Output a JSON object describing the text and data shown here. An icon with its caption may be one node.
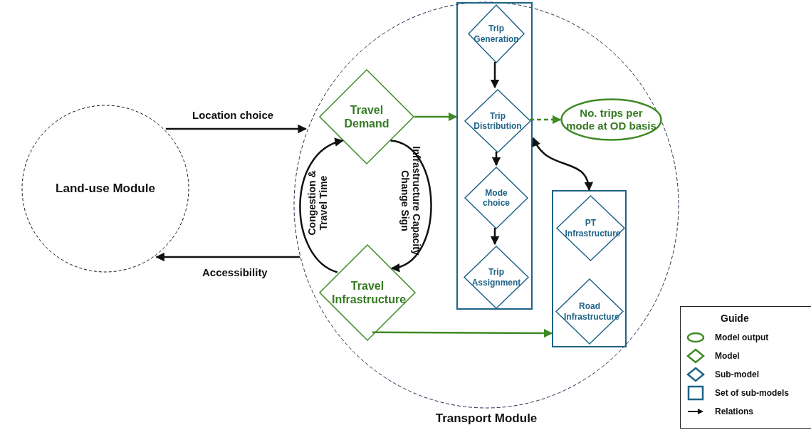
{
  "diagram": {
    "nodes": [
      {
        "text": [
          "Land-use Module"
        ]
      },
      {
        "text": [
          "Transport Module"
        ]
      },
      {
        "text": [
          "Travel Demand"
        ],
        "in": 1
      },
      {
        "text": [
          "Travel Infrastructure"
        ],
        "in": 1
      },
      {
        "text": [],
        "shape": "box",
        "in": 1
      },
      {
        "text": [
          "Trip Generation"
        ],
        "in": 4
      },
      {
        "text": [
          "Trip Distribution"
        ],
        "in": 4
      },
      {
        "text": [
          "Mode choice"
        ],
        "in": 4
      },
      {
        "text": [
          "Trip Assignment"
        ],
        "in": 4
      },
      {
        "text": [
          "No. trips per mode at OD basis"
        ],
        "in": 1
      },
      {
        "text": [],
        "shape": "box",
        "in": 1
      },
      {
        "text": [
          "PT Infrastructure"
        ],
        "in": 10
      },
      {
        "text": [
          "Road Infrastructure"
        ],
        "in": 10
      }
    ],
    "edges": [
      {
        "from": 0,
        "to": 1,
        "arrow": "to",
        "label": "Location choice"
      },
      {
        "from": 1,
        "to": 0,
        "arrow": "to",
        "label": "Accessibility"
      },
      {
        "from": 3,
        "to": 2,
        "arrow": "to",
        "label": "Congestion & Travel Time"
      },
      {
        "from": 2,
        "to": 3,
        "arrow": "to",
        "label": "Infrastructure Capacity Change Sign"
      },
      {
        "from": 2,
        "to": 4,
        "arrow": "to",
        "color": "#3f8a24"
      },
      {
        "from": 5,
        "to": 6,
        "arrow": "to"
      },
      {
        "from": 6,
        "to": 7,
        "arrow": "to"
      },
      {
        "from": 7,
        "to": 8,
        "arrow": "to"
      },
      {
        "from": 6,
        "to": 9,
        "arrow": "to",
        "style": "dashed",
        "color": "#3f8a24"
      },
      {
        "from": 4,
        "to": 10,
        "arrow": "both"
      },
      {
        "from": 3,
        "to": 10,
        "arrow": "to",
        "color": "#3f8a24"
      }
    ],
    "labels": [
      "Guide"
    ],
    "legend": [
      {
        "text": "Model output"
      },
      {
        "text": "Model"
      },
      {
        "text": "Sub-model"
      },
      {
        "text": "Set of sub-models"
      },
      {
        "text": "Relations"
      }
    ]
  }
}
